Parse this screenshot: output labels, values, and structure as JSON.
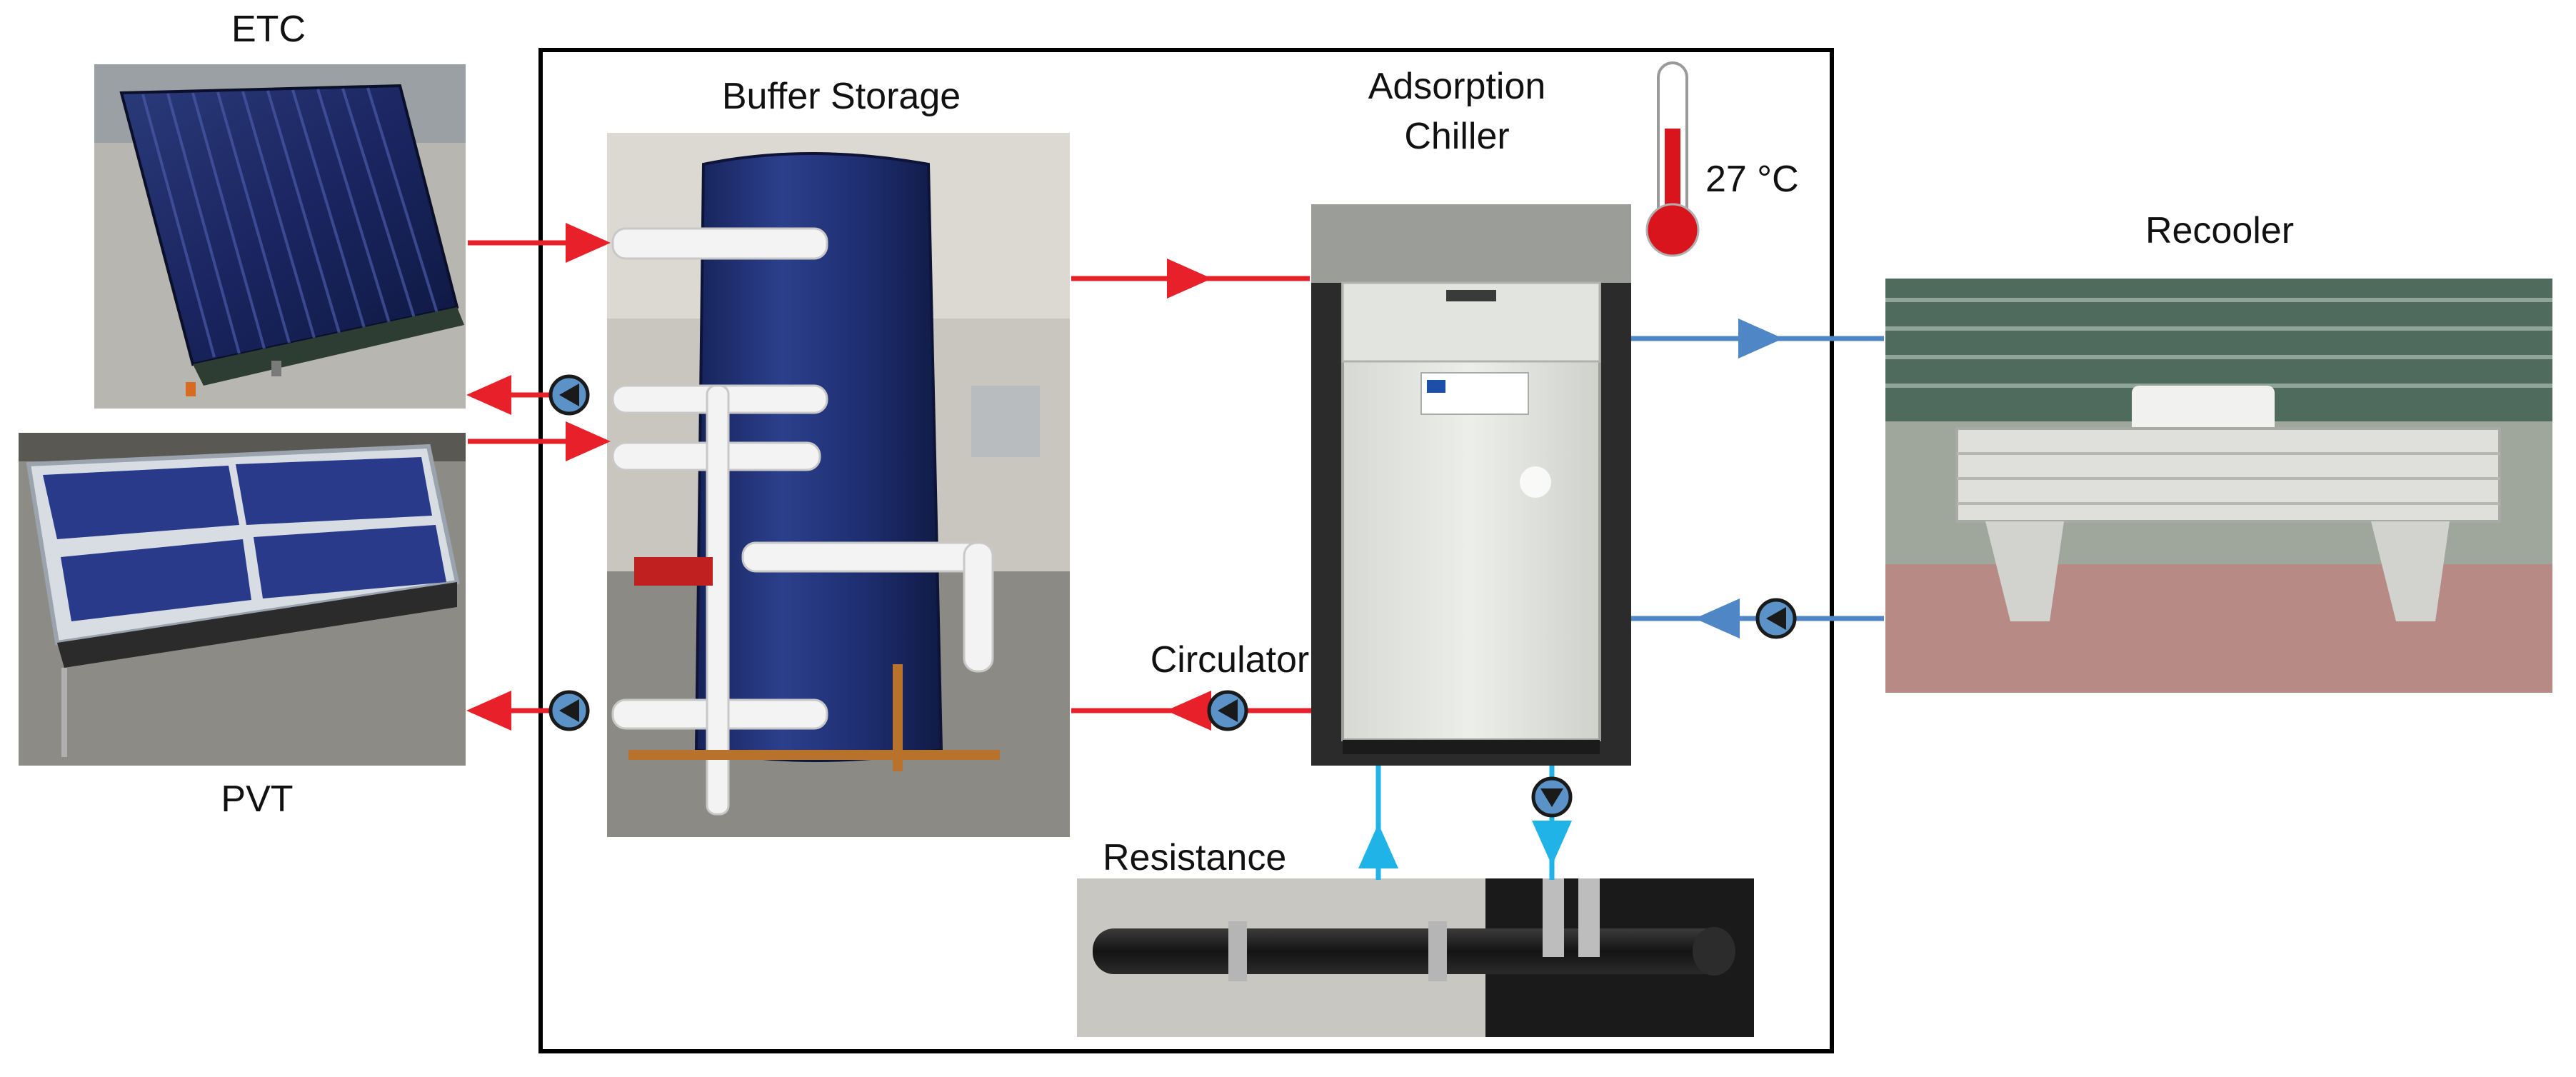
{
  "labels": {
    "etc": "ETC",
    "pvt": "PVT",
    "buffer_storage": "Buffer Storage",
    "adsorption_chiller_line1": "Adsorption",
    "adsorption_chiller_line2": "Chiller",
    "temperature": "27 °C",
    "recooler": "Recooler",
    "circulator": "Circulator",
    "resistance": "Resistance"
  },
  "colors": {
    "hot_pipe": "#e8202a",
    "cold_pipe": "#4f86c6",
    "chilled_pipe": "#1fb3e8",
    "pump_fill": "#5b93c9",
    "thermometer": "#d9141c",
    "frame": "#000000"
  },
  "icons": {
    "pump": "pump-icon",
    "thermometer": "thermometer-icon"
  }
}
